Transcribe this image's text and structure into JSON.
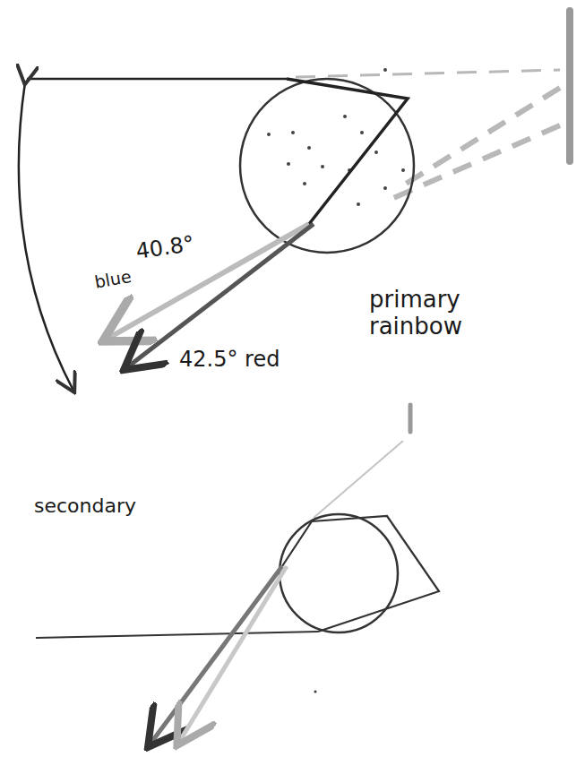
{
  "diagram": {
    "labels": [
      "40.8°",
      "blue",
      "42.5° red",
      "primary rainbow",
      "secondary"
    ]
  }
}
